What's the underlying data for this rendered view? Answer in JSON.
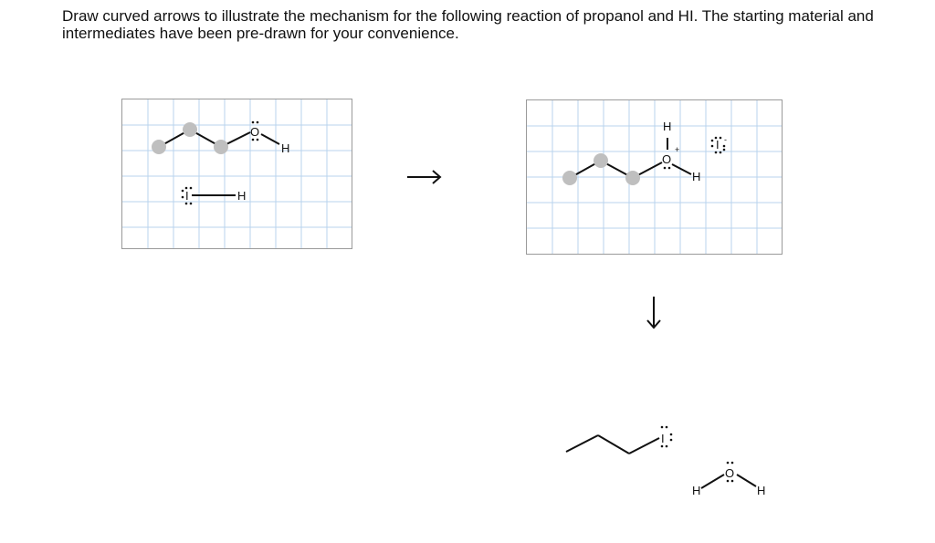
{
  "question": {
    "text": "Draw curved arrows to illustrate the mechanism for the following reaction of propanol and HI. The starting material and intermediates have been pre-drawn for your convenience."
  },
  "atoms": {
    "oxygen": "O",
    "iodine": "I",
    "hydrogen": "H",
    "plus": "+",
    "minus": "-"
  },
  "colors": {
    "grid_line": "#b9d3ee",
    "border": "#9a9a9a",
    "carbon_dot": "#bfbfbf",
    "bond": "#111111"
  },
  "icons": {
    "reaction_arrow_right": "right-arrow-icon",
    "reaction_arrow_down": "down-arrow-icon"
  }
}
